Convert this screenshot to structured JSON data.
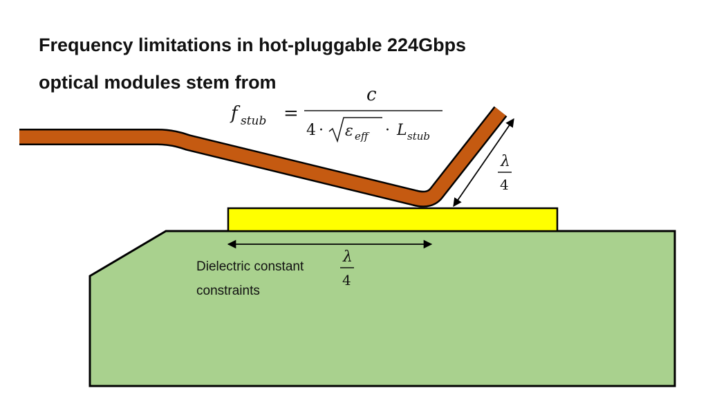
{
  "title": {
    "line1": "Frequency limitations in hot-pluggable 224Gbps",
    "line2": "optical modules stem from"
  },
  "formula": {
    "lhs_main": "f",
    "lhs_sub": "stub",
    "equals": "=",
    "numerator": "c",
    "den_four": "4",
    "den_dot": "·",
    "den_eps": "ε",
    "den_eps_sub": "eff",
    "den_L": "L",
    "den_L_sub": "stub"
  },
  "stub_length_label": {
    "numerator": "λ",
    "denominator": "4"
  },
  "pad_length_label": {
    "numerator": "λ",
    "denominator": "4"
  },
  "dielectric_label": {
    "line1": "Dielectric constant",
    "line2": "constraints"
  },
  "colors": {
    "board": "#a9d18e",
    "pad": "#ffff00",
    "finger": "#c55a11",
    "outline": "#000000"
  }
}
